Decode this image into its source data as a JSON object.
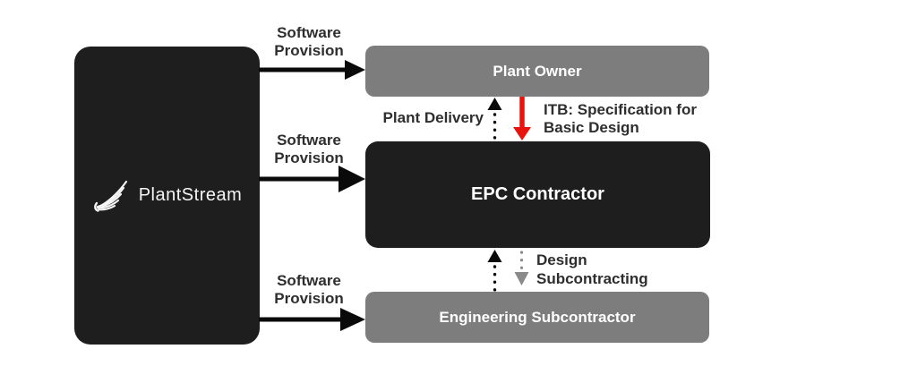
{
  "colors": {
    "background": "#ffffff",
    "dark_box": "#1e1e1e",
    "gray_box": "#7d7d7d",
    "box_text": "#ffffff",
    "label_text": "#2e2e2e",
    "arrow_black": "#0a0a0a",
    "arrow_red": "#e8130c",
    "arrow_gray": "#8a8a8a"
  },
  "nodes": {
    "plantstream": {
      "label": "PlantStream"
    },
    "plant_owner": {
      "label": "Plant Owner"
    },
    "epc_contractor": {
      "label": "EPC Contractor"
    },
    "engineering_subcontractor": {
      "label": "Engineering Subcontractor"
    }
  },
  "edges": {
    "software_provision_top": {
      "line1": "Software",
      "line2": "Provision"
    },
    "software_provision_middle": {
      "line1": "Software",
      "line2": "Provision"
    },
    "software_provision_bottom": {
      "line1": "Software",
      "line2": "Provision"
    },
    "plant_delivery": {
      "label": "Plant Delivery"
    },
    "itb": {
      "line1": "ITB: Specification for",
      "line2": "Basic Design"
    },
    "design_subcontracting": {
      "line1": "Design",
      "line2": "Subcontracting"
    }
  }
}
